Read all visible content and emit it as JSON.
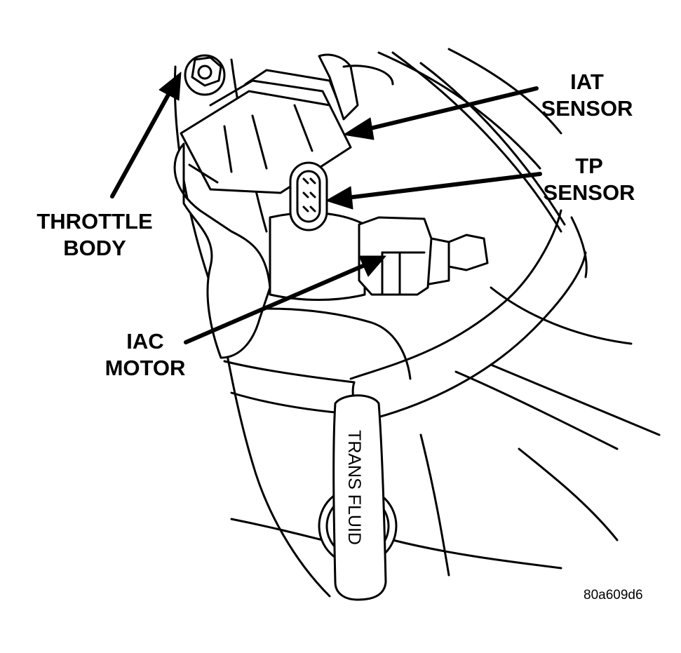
{
  "labels": {
    "iat_sensor": [
      "IAT",
      "SENSOR"
    ],
    "tp_sensor": [
      "TP",
      "SENSOR"
    ],
    "throttle_body": [
      "THROTTLE",
      "BODY"
    ],
    "iac_motor": [
      "IAC",
      "MOTOR"
    ]
  },
  "dipstick_text": "TRANS FLUID",
  "figure_id": "80a609d6",
  "colors": {
    "line": "#000000",
    "background": "#ffffff"
  }
}
